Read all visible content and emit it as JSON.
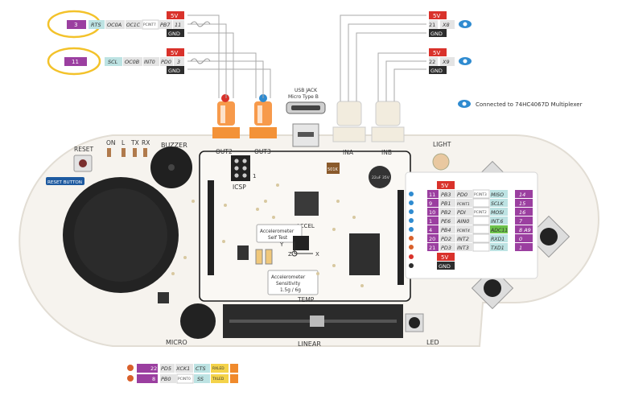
{
  "colors": {
    "purple": "#9b3fa0",
    "red": "#d9322b",
    "dark": "#2d2d2d",
    "orange": "#f08a2c",
    "pill_grey": "#e4e4e4",
    "teal_tag": "#bde3e3",
    "blue_eye": "#2f8bd0",
    "yellow_ring": "#f3c22a",
    "green_tag": "#6cc24a",
    "board": "#f6f3ee"
  },
  "top_left": {
    "row1": {
      "num": "3",
      "tags": [
        "RTS",
        "OC0A",
        "OC1C",
        "PCINT7",
        "PB7",
        "11"
      ]
    },
    "row2": {
      "num": "11",
      "tags": [
        "SCL",
        "OC0B",
        "INT0",
        "PD0",
        "3"
      ]
    },
    "power_5v": "5V",
    "power_gnd": "GND"
  },
  "top_right": {
    "row1": {
      "num": "21",
      "tag": "X8"
    },
    "row2": {
      "num": "22",
      "tag": "X9"
    },
    "power_5v": "5V",
    "power_gnd": "GND",
    "legend": "Connected to 74HC4067D Multiplexer"
  },
  "usb": {
    "line1": "USB JACK",
    "line2": "Micro Type B"
  },
  "board_labels": {
    "reset": "RESET",
    "reset_button": "RESET BUTTON",
    "buzzer": "BUZZER",
    "leds": [
      "ON",
      "L",
      "TX",
      "RX"
    ],
    "out2": "OUT2",
    "out3": "OUT3",
    "icsp": "ICSP",
    "icsp_pin": "1",
    "ina": "INA",
    "inb": "INB",
    "light": "LIGHT",
    "accel": "ACCEL",
    "accel_selftest": [
      "Accelerometer",
      "Self Test"
    ],
    "accel_sensitivity": [
      "Accelerometer",
      "Sensitivity",
      "1.5g / 6g"
    ],
    "axes": [
      "Y",
      "Z",
      "X"
    ],
    "temp": "TEMP",
    "micro": "MICRO",
    "linear": "LINEAR",
    "led": "LED",
    "resistor_code": "501K",
    "cap_code": "22uF 35V"
  },
  "right_panel": {
    "power_5v_top": "5V",
    "rows": [
      {
        "num": "11",
        "pin": "PB3",
        "port": "PD0",
        "pcint": "PCINT3",
        "func": "MISO",
        "sketch": "14"
      },
      {
        "num": "9",
        "pin": "PB1",
        "port": "PCINT1",
        "pcint": "",
        "func": "SCLK",
        "sketch": "15"
      },
      {
        "num": "10",
        "pin": "PB2",
        "port": "PDI",
        "pcint": "PCINT2",
        "func": "MOSI",
        "sketch": "16"
      },
      {
        "num": "1",
        "pin": "PE6",
        "port": "AIN0",
        "pcint": "",
        "func": "INT.6",
        "sketch": "7"
      },
      {
        "num": "4",
        "pin": "PB4",
        "port": "PCINT4",
        "pcint": "",
        "func": "ADC11",
        "sketch": "8 A9"
      },
      {
        "num": "20",
        "pin": "PD2",
        "port": "INT2",
        "pcint": "",
        "func": "RXD1",
        "sketch": "0"
      },
      {
        "num": "21",
        "pin": "PD3",
        "port": "INT3",
        "pcint": "",
        "func": "TXD1",
        "sketch": "1"
      }
    ],
    "power_5v_bottom": "5V",
    "power_gnd": "GND"
  },
  "bottom_left": {
    "row1": {
      "num": "22",
      "tags": [
        "PD5",
        "XCK1",
        "CTS",
        "RXLED"
      ]
    },
    "row2": {
      "num": "8",
      "tags": [
        "PB0",
        "PCINT0",
        "SS",
        "TXLED"
      ]
    }
  }
}
